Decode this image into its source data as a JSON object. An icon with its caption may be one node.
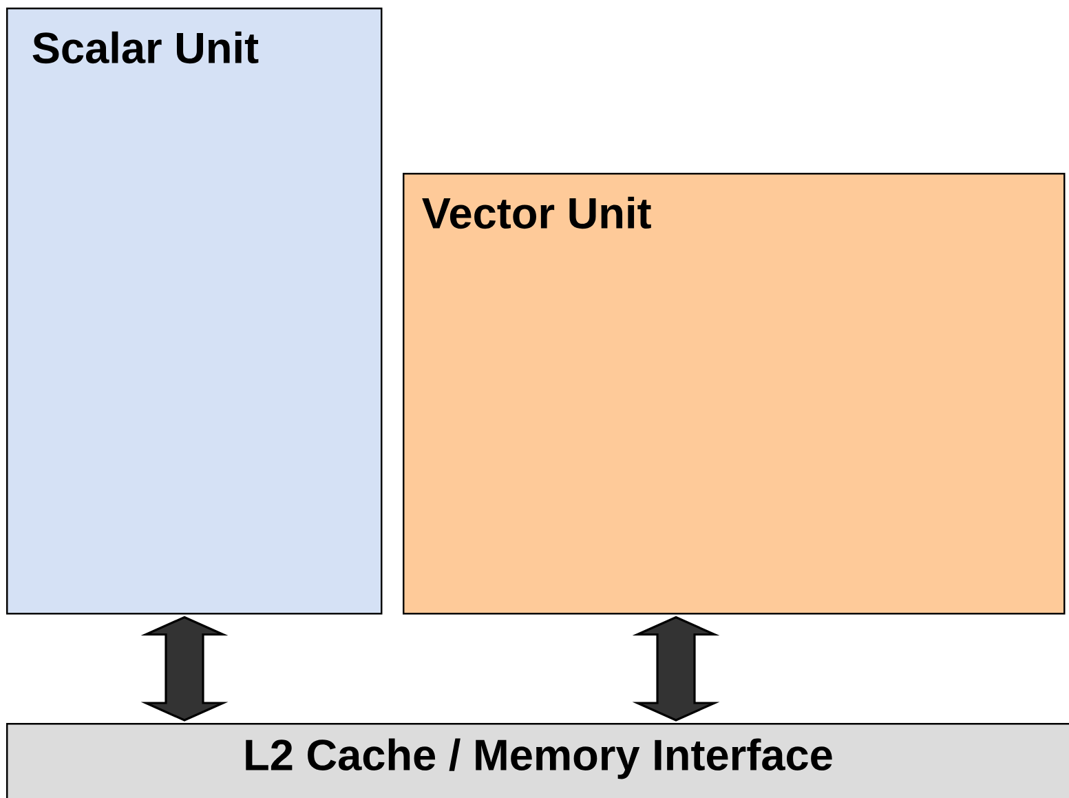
{
  "diagram": {
    "nodes": [
      {
        "text": [
          "Scalar Unit"
        ]
      },
      {
        "text": [
          "Vector Unit"
        ]
      },
      {
        "text": [
          "L2 Cache / Memory Interface"
        ]
      }
    ],
    "edges": [
      {
        "from": 0,
        "to": 2,
        "arrow": "both"
      },
      {
        "from": 1,
        "to": 2,
        "arrow": "both"
      }
    ]
  }
}
